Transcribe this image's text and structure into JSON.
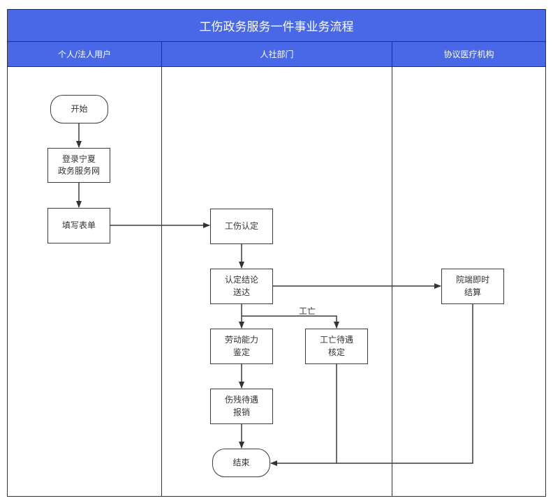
{
  "title": "工伤政务服务一件事业务流程",
  "colors": {
    "header_bg": "#4868e8",
    "header_text": "#ffffff",
    "line": "#3a3a3a"
  },
  "lanes": [
    {
      "label": "个人/法人用户"
    },
    {
      "label": "人社部门"
    },
    {
      "label": "协议医疗机构"
    }
  ],
  "nodes": {
    "start": {
      "label": "开始",
      "shape": "terminator"
    },
    "login": {
      "label": "登录宁夏\n政务服务网",
      "shape": "process"
    },
    "fill_form": {
      "label": "填写表单",
      "shape": "process"
    },
    "injury_recognition": {
      "label": "工伤认定",
      "shape": "process"
    },
    "conclusion_delivery": {
      "label": "认定结论\n送达",
      "shape": "process"
    },
    "ability_appraisal": {
      "label": "劳动能力\n鉴定",
      "shape": "process"
    },
    "death_benefit": {
      "label": "工亡待遇\n核定",
      "shape": "process"
    },
    "disability_reimbursement": {
      "label": "伤残待遇\n报销",
      "shape": "process"
    },
    "hospital_settlement": {
      "label": "院端即时\n结算",
      "shape": "process"
    },
    "end": {
      "label": "结束",
      "shape": "terminator"
    }
  },
  "edges": [
    {
      "from": "start",
      "to": "login",
      "label": ""
    },
    {
      "from": "login",
      "to": "fill_form",
      "label": ""
    },
    {
      "from": "fill_form",
      "to": "injury_recognition",
      "label": ""
    },
    {
      "from": "injury_recognition",
      "to": "conclusion_delivery",
      "label": ""
    },
    {
      "from": "conclusion_delivery",
      "to": "hospital_settlement",
      "label": ""
    },
    {
      "from": "conclusion_delivery",
      "to": "ability_appraisal",
      "label": ""
    },
    {
      "from": "conclusion_delivery",
      "to": "death_benefit",
      "label": "工亡"
    },
    {
      "from": "ability_appraisal",
      "to": "disability_reimbursement",
      "label": ""
    },
    {
      "from": "disability_reimbursement",
      "to": "end",
      "label": ""
    },
    {
      "from": "death_benefit",
      "to": "end",
      "label": ""
    },
    {
      "from": "hospital_settlement",
      "to": "end",
      "label": ""
    }
  ],
  "edge_label_death": "工亡"
}
